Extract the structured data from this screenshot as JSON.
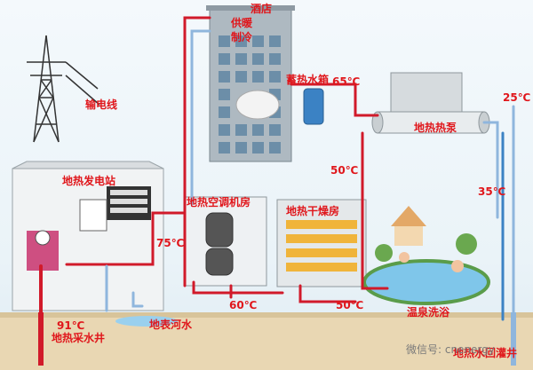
{
  "labels": {
    "transmission_line": "输电线",
    "power_station": "地热发电站",
    "hotel": "酒店",
    "heating": "供暖",
    "cooling": "制冷",
    "storage_tank": "蓄热水箱",
    "heat_pump": "地热热泵",
    "ac_room": "地热空调机房",
    "drying_room": "地热干燥房",
    "hot_spring": "温泉洗浴",
    "surface_water": "地表河水",
    "production_well": "地热采水井",
    "reinjection_well": "地热水回灌井"
  },
  "temperatures": {
    "t65": "65℃",
    "t25": "25℃",
    "t50a": "50℃",
    "t35": "35℃",
    "t75": "75℃",
    "t60": "60℃",
    "t50b": "50℃",
    "t91": "91℃"
  },
  "watermark": "微信号: cnenergy",
  "colors": {
    "hot_pipe": "#d11a2a",
    "cool_pipe": "#8fb6dd",
    "label": "#e0161b"
  }
}
